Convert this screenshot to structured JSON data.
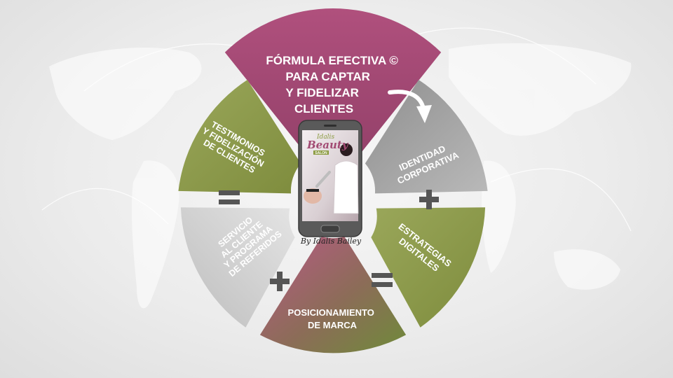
{
  "segments": [
    {
      "id": "top",
      "lines": [
        "FÓRMULA EFECTIVA ©",
        "PARA CAPTAR",
        "Y FIDELIZAR",
        "CLIENTES"
      ],
      "color": "#a24a73"
    },
    {
      "id": "identidad",
      "lines": [
        "IDENTIDAD",
        "CORPORATIVA"
      ],
      "color": "#a5a5a5"
    },
    {
      "id": "estrategias",
      "lines": [
        "ESTRATEGIAS",
        "DIGITALES"
      ],
      "color": "#8d9b4c"
    },
    {
      "id": "posicionamiento",
      "lines": [
        "POSICIONAMIENTO",
        "DE MARCA"
      ],
      "color": "#7b8a3d"
    },
    {
      "id": "servicio",
      "lines": [
        "SERVICIO",
        "AL CLIENTE",
        "Y PROGRAMA",
        "DE REFERIDOS"
      ],
      "color": "#c9c9c9"
    },
    {
      "id": "testimonios",
      "lines": [
        "TESTIMONIOS",
        "Y FIDELIZACIÓN",
        "DE CLIENTES"
      ],
      "color": "#8f9a4f"
    }
  ],
  "operators": [
    {
      "id": "plus-right",
      "symbol": "plus"
    },
    {
      "id": "equals-right",
      "symbol": "equals"
    },
    {
      "id": "plus-left",
      "symbol": "plus"
    },
    {
      "id": "equals-left",
      "symbol": "equals"
    }
  ],
  "phone": {
    "brand_script": "Idalis",
    "brand_word": "Beauty",
    "brand_tag": "SALON",
    "caption": "By Idalis Bailey"
  },
  "colors": {
    "magenta": "#a24a73",
    "olive": "#8d9b4c",
    "gray": "#a5a5a5",
    "light_gray": "#c9c9c9",
    "operator": "#555555"
  }
}
